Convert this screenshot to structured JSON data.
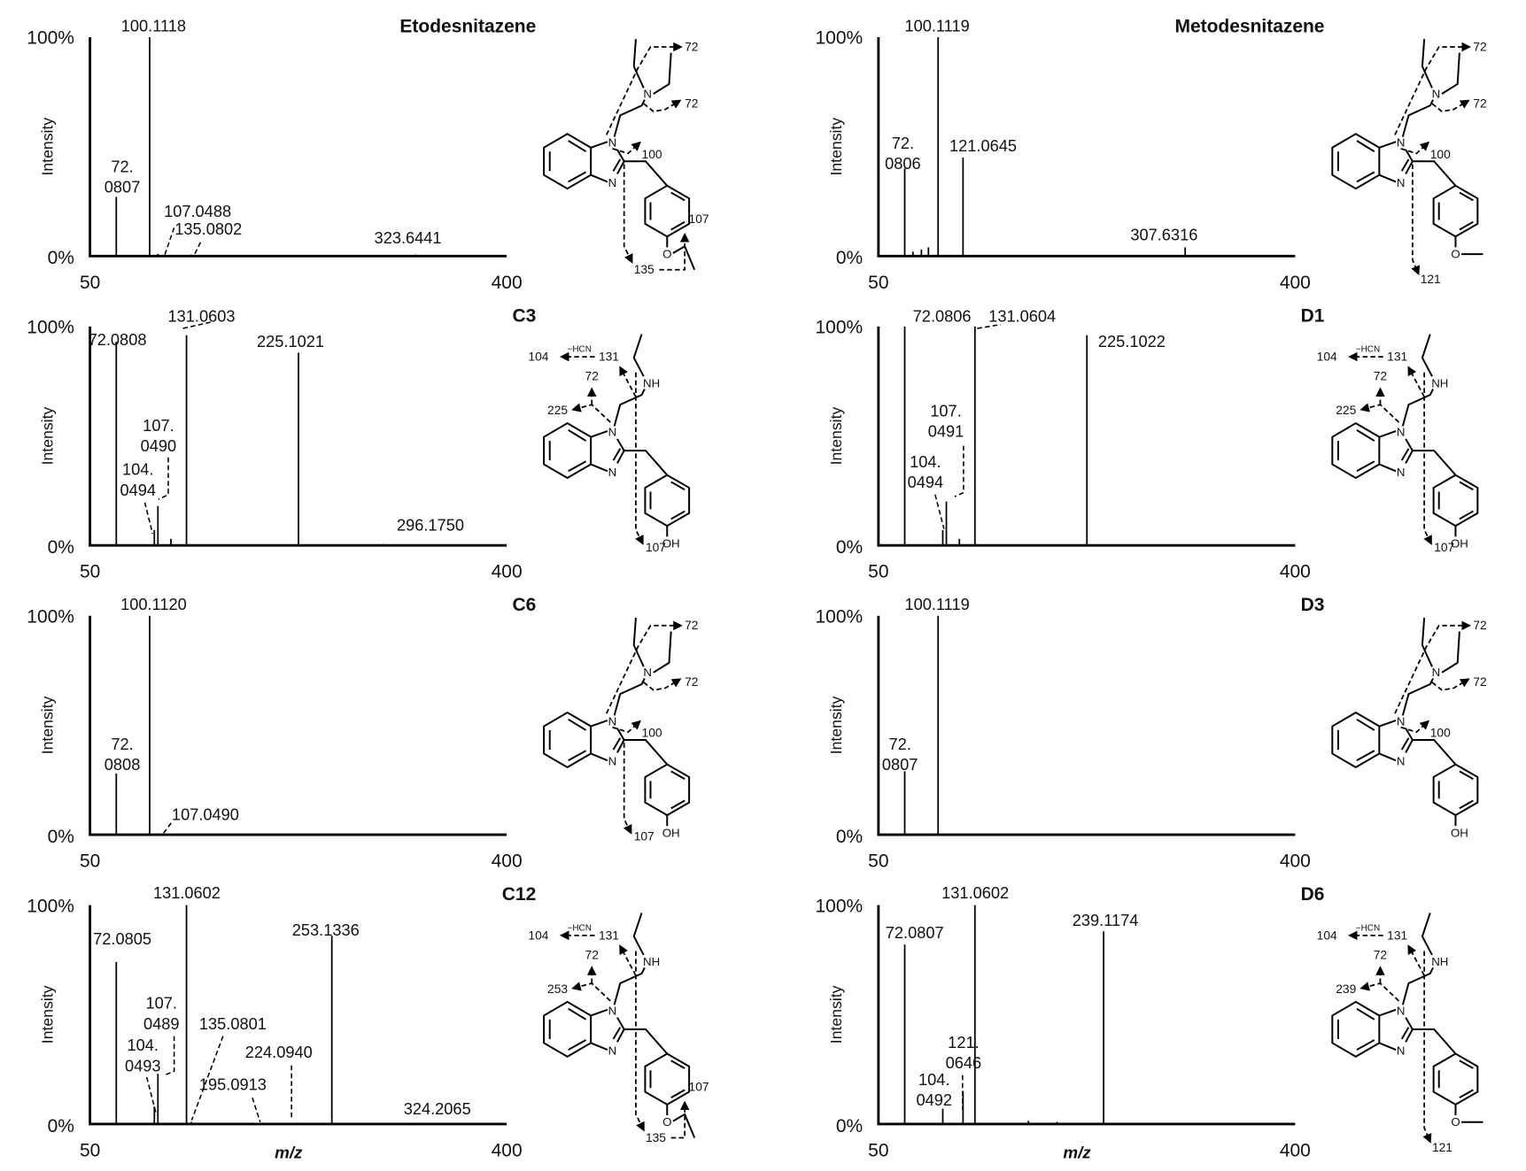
{
  "axis": {
    "y_top": "100%",
    "y_bottom": "0%",
    "y_label": "Intensity",
    "x_min": "50",
    "x_max": "400",
    "x_label": "m/z"
  },
  "atom_labels": {
    "n": "N",
    "nh": "NH",
    "o": "O",
    "oh": "OH",
    "hcn": "−HCN"
  },
  "chart_data": [
    {
      "type": "bar",
      "title": "Etodesnitazene",
      "xlabel": "",
      "ylabel": "Intensity",
      "xlim": [
        50,
        400
      ],
      "ylim": [
        0,
        100
      ],
      "peaks": [
        {
          "mz": 72.0807,
          "intensity": 27,
          "label": [
            "72.",
            "0807"
          ]
        },
        {
          "mz": 100.1118,
          "intensity": 100,
          "label": [
            "100.1118"
          ]
        },
        {
          "mz": 107.0488,
          "intensity": 1,
          "label": [
            "107.0488"
          ]
        },
        {
          "mz": 135.0802,
          "intensity": 0.5,
          "label": [
            "135.0802"
          ]
        },
        {
          "mz": 323.6441,
          "intensity": 0.5,
          "label": [
            "323.6441"
          ]
        }
      ],
      "structure": {
        "amine": "diethyl",
        "sub": "oet",
        "fragments": {
          "a72": "72",
          "b72": "72",
          "f100": "100",
          "f107": "107",
          "f135": "135"
        }
      }
    },
    {
      "type": "bar",
      "title": "Metodesnitazene",
      "xlabel": "",
      "ylabel": "Intensity",
      "xlim": [
        50,
        400
      ],
      "ylim": [
        0,
        100
      ],
      "peaks": [
        {
          "mz": 72.0806,
          "intensity": 40,
          "label": [
            "72.",
            "0806"
          ]
        },
        {
          "mz": 100.1119,
          "intensity": 100,
          "label": [
            "100.1119"
          ]
        },
        {
          "mz": 121.0645,
          "intensity": 45,
          "label": [
            "121.0645"
          ]
        },
        {
          "mz": 307.6316,
          "intensity": 4,
          "label": [
            "307.6316"
          ]
        },
        {
          "mz": 86.1,
          "intensity": 3,
          "label": []
        },
        {
          "mz": 92.0,
          "intensity": 4,
          "label": []
        },
        {
          "mz": 79.0,
          "intensity": 2,
          "label": []
        }
      ],
      "structure": {
        "amine": "diethyl",
        "sub": "ome",
        "fragments": {
          "a72": "72",
          "b72": "72",
          "f100": "100",
          "f121": "121"
        }
      }
    },
    {
      "type": "bar",
      "title": "C3",
      "xlabel": "",
      "ylabel": "Intensity",
      "xlim": [
        50,
        400
      ],
      "ylim": [
        0,
        100
      ],
      "peaks": [
        {
          "mz": 72.0808,
          "intensity": 93,
          "label": [
            "72.0808"
          ]
        },
        {
          "mz": 104.0494,
          "intensity": 7,
          "label": [
            "104.",
            "0494"
          ]
        },
        {
          "mz": 107.049,
          "intensity": 18,
          "label": [
            "107.",
            "0490"
          ]
        },
        {
          "mz": 131.0603,
          "intensity": 96,
          "label": [
            "131.0603"
          ]
        },
        {
          "mz": 225.1021,
          "intensity": 88,
          "label": [
            "225.1021"
          ]
        },
        {
          "mz": 296.175,
          "intensity": 0.5,
          "label": [
            "296.1750"
          ]
        },
        {
          "mz": 118.0,
          "intensity": 3,
          "label": []
        }
      ],
      "structure": {
        "amine": "nh",
        "sub": "oh",
        "fragments": {
          "f104": "104",
          "f131": "131",
          "f72": "72",
          "fpar": "225",
          "f107": "107"
        }
      }
    },
    {
      "type": "bar",
      "title": "D1",
      "xlabel": "",
      "ylabel": "Intensity",
      "xlim": [
        50,
        400
      ],
      "ylim": [
        0,
        100
      ],
      "peaks": [
        {
          "mz": 72.0806,
          "intensity": 100,
          "label": [
            "72.0806"
          ]
        },
        {
          "mz": 104.0494,
          "intensity": 7,
          "label": [
            "104.",
            "0494"
          ]
        },
        {
          "mz": 107.0491,
          "intensity": 20,
          "label": [
            "107.",
            "0491"
          ]
        },
        {
          "mz": 131.0604,
          "intensity": 100,
          "label": [
            "131.0604"
          ]
        },
        {
          "mz": 225.1022,
          "intensity": 96,
          "label": [
            "225.1022"
          ]
        },
        {
          "mz": 118.0,
          "intensity": 3,
          "label": []
        }
      ],
      "structure": {
        "amine": "nh",
        "sub": "oh",
        "fragments": {
          "f104": "104",
          "f131": "131",
          "f72": "72",
          "fpar": "225",
          "f107": "107"
        }
      }
    },
    {
      "type": "bar",
      "title": "C6",
      "xlabel": "",
      "ylabel": "Intensity",
      "xlim": [
        50,
        400
      ],
      "ylim": [
        0,
        100
      ],
      "peaks": [
        {
          "mz": 72.0808,
          "intensity": 28,
          "label": [
            "72.",
            "0808"
          ]
        },
        {
          "mz": 100.112,
          "intensity": 100,
          "label": [
            "100.1120"
          ]
        },
        {
          "mz": 107.049,
          "intensity": 0.5,
          "label": [
            "107.0490"
          ]
        }
      ],
      "structure": {
        "amine": "diethyl",
        "sub": "oh",
        "fragments": {
          "a72": "72",
          "b72": "72",
          "f100": "100",
          "f107": "107"
        }
      }
    },
    {
      "type": "bar",
      "title": "D3",
      "xlabel": "",
      "ylabel": "Intensity",
      "xlim": [
        50,
        400
      ],
      "ylim": [
        0,
        100
      ],
      "peaks": [
        {
          "mz": 72.0807,
          "intensity": 29,
          "label": [
            "72.",
            "0807"
          ]
        },
        {
          "mz": 100.1119,
          "intensity": 100,
          "label": [
            "100.1119"
          ]
        }
      ],
      "structure": {
        "amine": "diethyl",
        "sub": "oh",
        "fragments": {
          "a72": "72",
          "b72": "72",
          "f100": "100"
        }
      }
    },
    {
      "type": "bar",
      "title": "C12",
      "xlabel": "m/z",
      "ylabel": "Intensity",
      "xlim": [
        50,
        400
      ],
      "ylim": [
        0,
        100
      ],
      "peaks": [
        {
          "mz": 72.0805,
          "intensity": 74,
          "label": [
            "72.0805"
          ]
        },
        {
          "mz": 104.0493,
          "intensity": 8,
          "label": [
            "104.",
            "0493"
          ]
        },
        {
          "mz": 107.0489,
          "intensity": 23,
          "label": [
            "107.",
            "0489"
          ]
        },
        {
          "mz": 131.0602,
          "intensity": 100,
          "label": [
            "131.0602"
          ]
        },
        {
          "mz": 135.0801,
          "intensity": 1,
          "label": [
            "135.0801"
          ]
        },
        {
          "mz": 195.0913,
          "intensity": 0.5,
          "label": [
            "195.0913"
          ]
        },
        {
          "mz": 224.094,
          "intensity": 0.5,
          "label": [
            "224.0940"
          ]
        },
        {
          "mz": 253.1336,
          "intensity": 86,
          "label": [
            "253.1336"
          ]
        },
        {
          "mz": 324.2065,
          "intensity": 0,
          "label": [
            "324.2065"
          ]
        }
      ],
      "structure": {
        "amine": "nh",
        "sub": "oet",
        "fragments": {
          "f104": "104",
          "f131": "131",
          "f72": "72",
          "fpar": "253",
          "f107": "107",
          "f135": "135"
        }
      }
    },
    {
      "type": "bar",
      "title": "D6",
      "xlabel": "m/z",
      "ylabel": "Intensity",
      "xlim": [
        50,
        400
      ],
      "ylim": [
        0,
        100
      ],
      "peaks": [
        {
          "mz": 72.0807,
          "intensity": 82,
          "label": [
            "72.0807"
          ]
        },
        {
          "mz": 104.0492,
          "intensity": 7,
          "label": [
            "104.",
            "0492"
          ]
        },
        {
          "mz": 121.0646,
          "intensity": 15,
          "label": [
            "121.",
            "0646"
          ]
        },
        {
          "mz": 131.0602,
          "intensity": 100,
          "label": [
            "131.0602"
          ]
        },
        {
          "mz": 239.1174,
          "intensity": 88,
          "label": [
            "239.1174"
          ]
        },
        {
          "mz": 176.0,
          "intensity": 1.5,
          "label": []
        },
        {
          "mz": 200.0,
          "intensity": 1,
          "label": []
        }
      ],
      "structure": {
        "amine": "nh",
        "sub": "ome",
        "fragments": {
          "f104": "104",
          "f131": "131",
          "f72": "72",
          "fpar": "239",
          "f121": "121"
        }
      }
    }
  ]
}
